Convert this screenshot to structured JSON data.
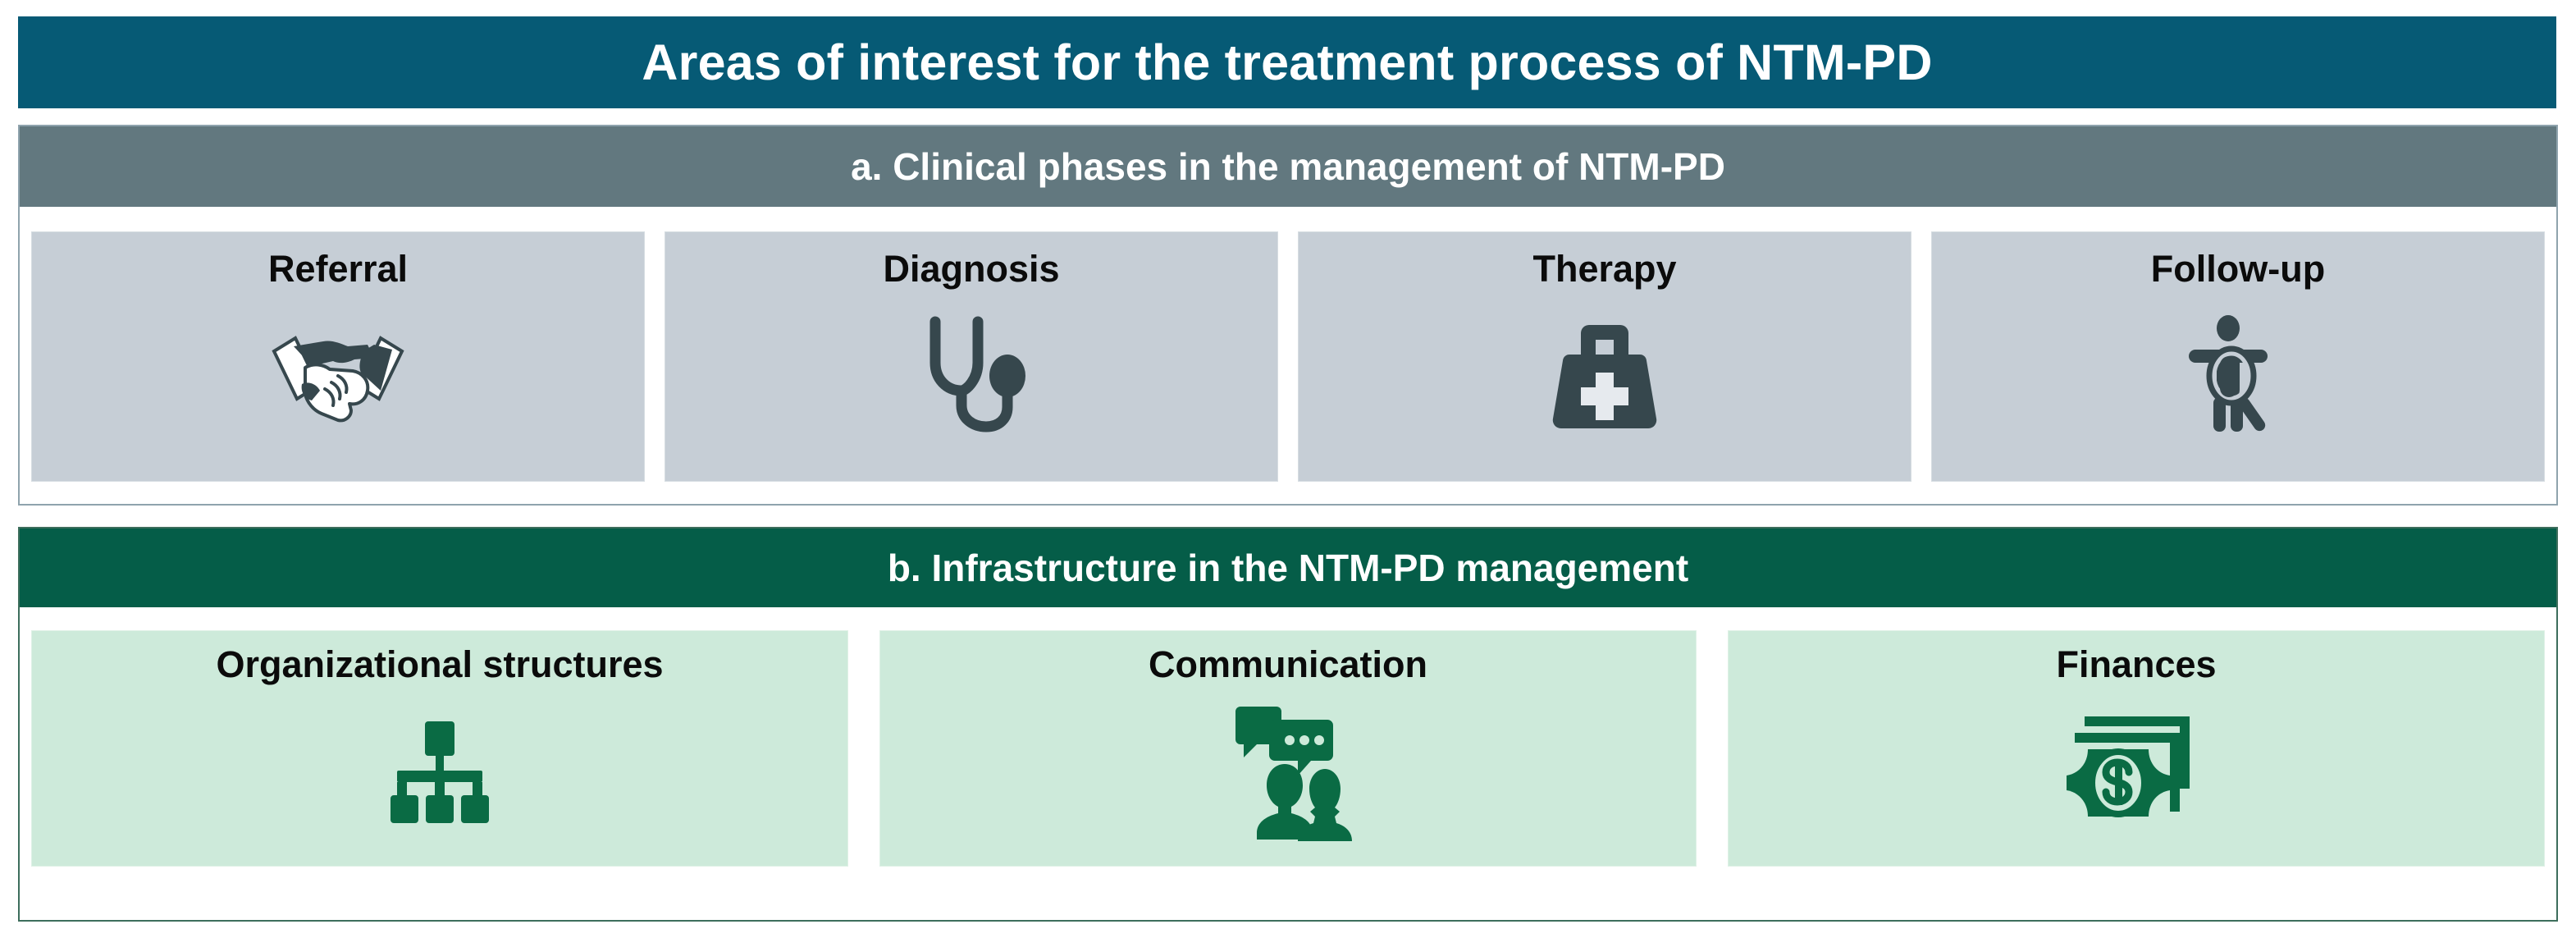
{
  "figure": {
    "title": "Areas of interest for the treatment process of NTM-PD",
    "colors": {
      "title_bar": "#065a75",
      "panel_a_header": "#62787f",
      "panel_a_card": "#c6ced6",
      "panel_a_icon": "#36474d",
      "panel_b_header": "#055d48",
      "panel_b_card": "#cdeada",
      "panel_b_icon": "#0a6b44",
      "label_text": "#0b0b0b",
      "header_text": "#ffffff"
    }
  },
  "panel_a": {
    "header": "a. Clinical phases in the management of NTM-PD",
    "cards": [
      {
        "label": "Referral",
        "icon": "handshake-icon"
      },
      {
        "label": "Diagnosis",
        "icon": "stethoscope-icon"
      },
      {
        "label": "Therapy",
        "icon": "medical-bag-icon"
      },
      {
        "label": "Follow-up",
        "icon": "person-magnifier-icon"
      }
    ]
  },
  "panel_b": {
    "header": "b. Infrastructure in the NTM-PD management",
    "cards": [
      {
        "label": "Organizational structures",
        "icon": "org-chart-icon"
      },
      {
        "label": "Communication",
        "icon": "people-speech-bubbles-icon"
      },
      {
        "label": "Finances",
        "icon": "banknotes-dollar-icon"
      }
    ]
  }
}
